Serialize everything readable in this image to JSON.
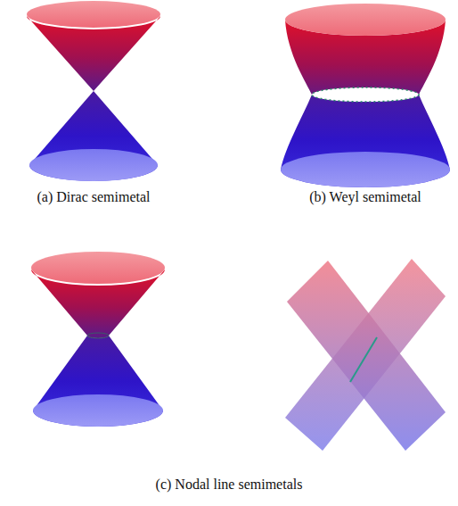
{
  "diagram": {
    "labels": [
      "(a) Dirac semimetal",
      "(b) Weyl semimetal",
      "(c) Nodal line semimetals"
    ]
  }
}
